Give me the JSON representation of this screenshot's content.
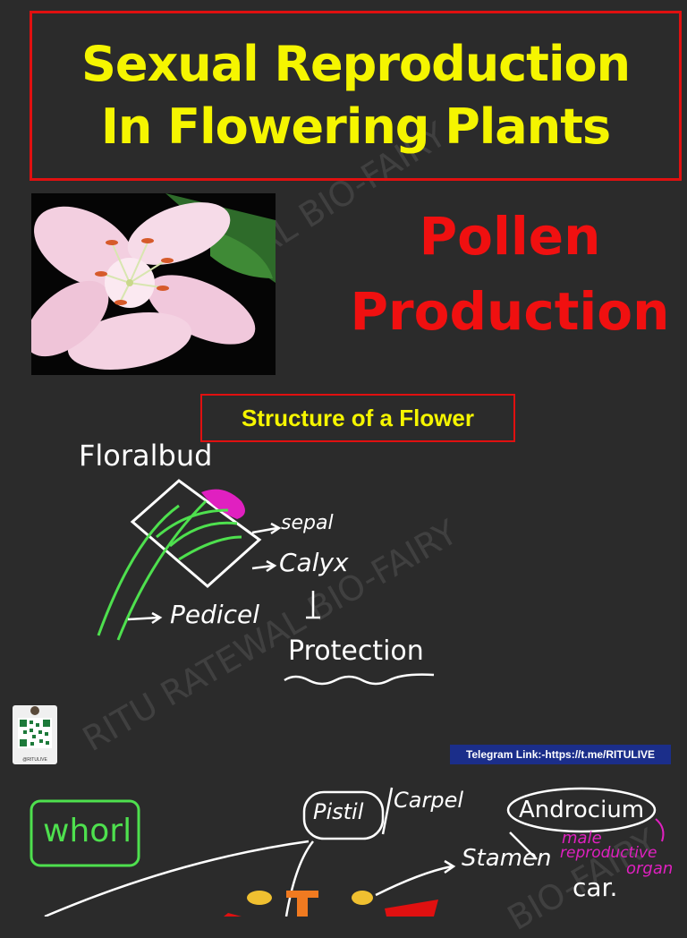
{
  "title": {
    "line1": "Sexual Reproduction",
    "line2": "In Flowering Plants"
  },
  "subtitle": {
    "line1": "Pollen",
    "line2": "Production"
  },
  "section_heading": "Structure of a Flower",
  "notes": {
    "floral_bud": "Floralbud",
    "sepal": "sepal",
    "calyx": "Calyx",
    "pedicel": "Pedicel",
    "protection": "Protection",
    "whorl": "whorl",
    "pistil": "Pistil",
    "carpel": "Carpel",
    "stamen": "Stamen",
    "androecium": "Androcium",
    "male_organ_line1": "male",
    "male_organ_line2": "reproductive",
    "male_organ_line3": "organ",
    "car": "car."
  },
  "watermarks": [
    "RITU RATEWAL BIO-FAIRY",
    "RITU RATEWAL BIO-FAIRY",
    "BIO-FAIRY"
  ],
  "qr_label": "@RITULIVE",
  "telegram_link": "Telegram Link:-https://t.me/RITULIVE",
  "colors": {
    "background": "#2b2b2b",
    "title_text": "#f5f500",
    "accent_red": "#e01010",
    "sketch_green": "#4ee04e",
    "sketch_magenta": "#e020c0"
  },
  "icons": [
    "qr-code-icon",
    "flower-photo"
  ]
}
